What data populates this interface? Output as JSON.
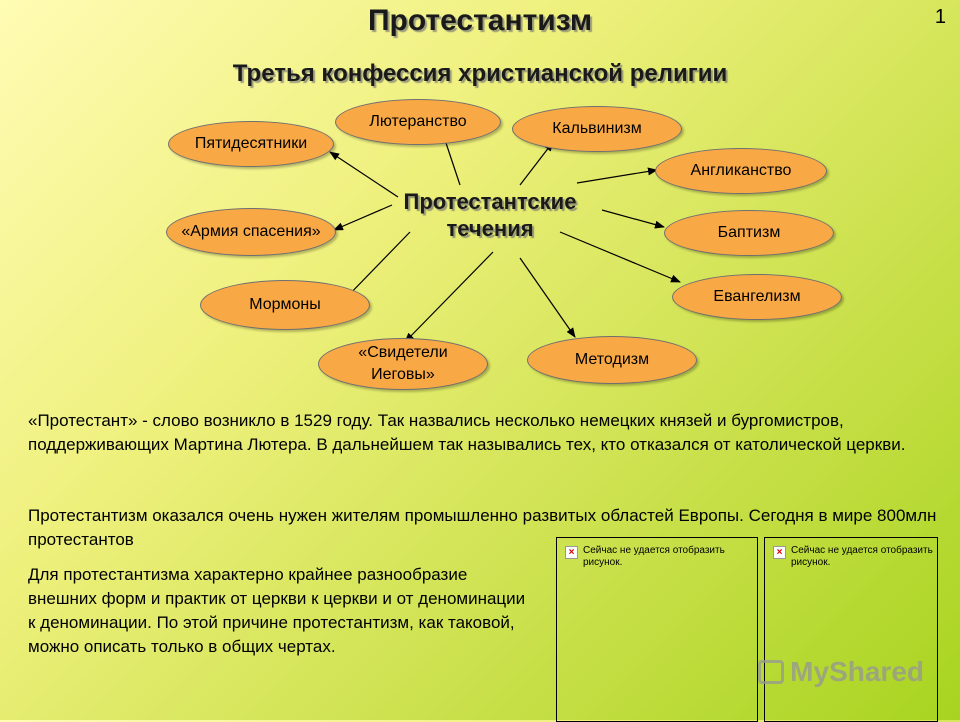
{
  "slide": {
    "title": "Протестантизм",
    "subtitle": "Третья конфессия христианской религии",
    "page_number": "1"
  },
  "diagram": {
    "center": {
      "line1": "Протестантские",
      "line2": "течения"
    },
    "nodes": [
      {
        "id": "pentecostals",
        "label": "Пятидесятники"
      },
      {
        "id": "lutheranism",
        "label": "Лютеранство"
      },
      {
        "id": "calvinism",
        "label": "Кальвинизм"
      },
      {
        "id": "anglicanism",
        "label": "Англиканство"
      },
      {
        "id": "salvation-army",
        "label": "«Армия спасения»"
      },
      {
        "id": "baptism",
        "label": "Баптизм"
      },
      {
        "id": "evangelism",
        "label": "Евангелизм"
      },
      {
        "id": "mormons",
        "label": "Мормоны"
      },
      {
        "id": "jehovah",
        "label_line1": "«Свидетели",
        "label_line2": "Иеговы»"
      },
      {
        "id": "methodism",
        "label": "Методизм"
      }
    ]
  },
  "text": {
    "para1": "«Протестант» - слово возникло в 1529 году. Так назвались несколько немецких князей  и бургомистров, поддерживающих Мартина Лютера. В дальнейшем так назывались тех, кто отказался от католической церкви.",
    "para2": "Протестантизм оказался очень нужен  жителям промышленно развитых областей Европы. Сегодня в мире 800млн протестантов",
    "para3": "Для протестантизма характерно крайнее разнообразие внешних форм и практик от церкви к церкви и от деноминации к деноминации. По этой причине протестантизм, как таковой, можно описать только в общих чертах."
  },
  "pictures": [
    {
      "message": "Сейчас не удается отобразить рисунок."
    },
    {
      "message": "Сейчас не удается отобразить рисунок."
    }
  ],
  "watermark": {
    "text": "MyShared"
  },
  "colors": {
    "bubble": "#f9a846",
    "background_start": "#fffcb4",
    "background_end": "#a8d420"
  }
}
